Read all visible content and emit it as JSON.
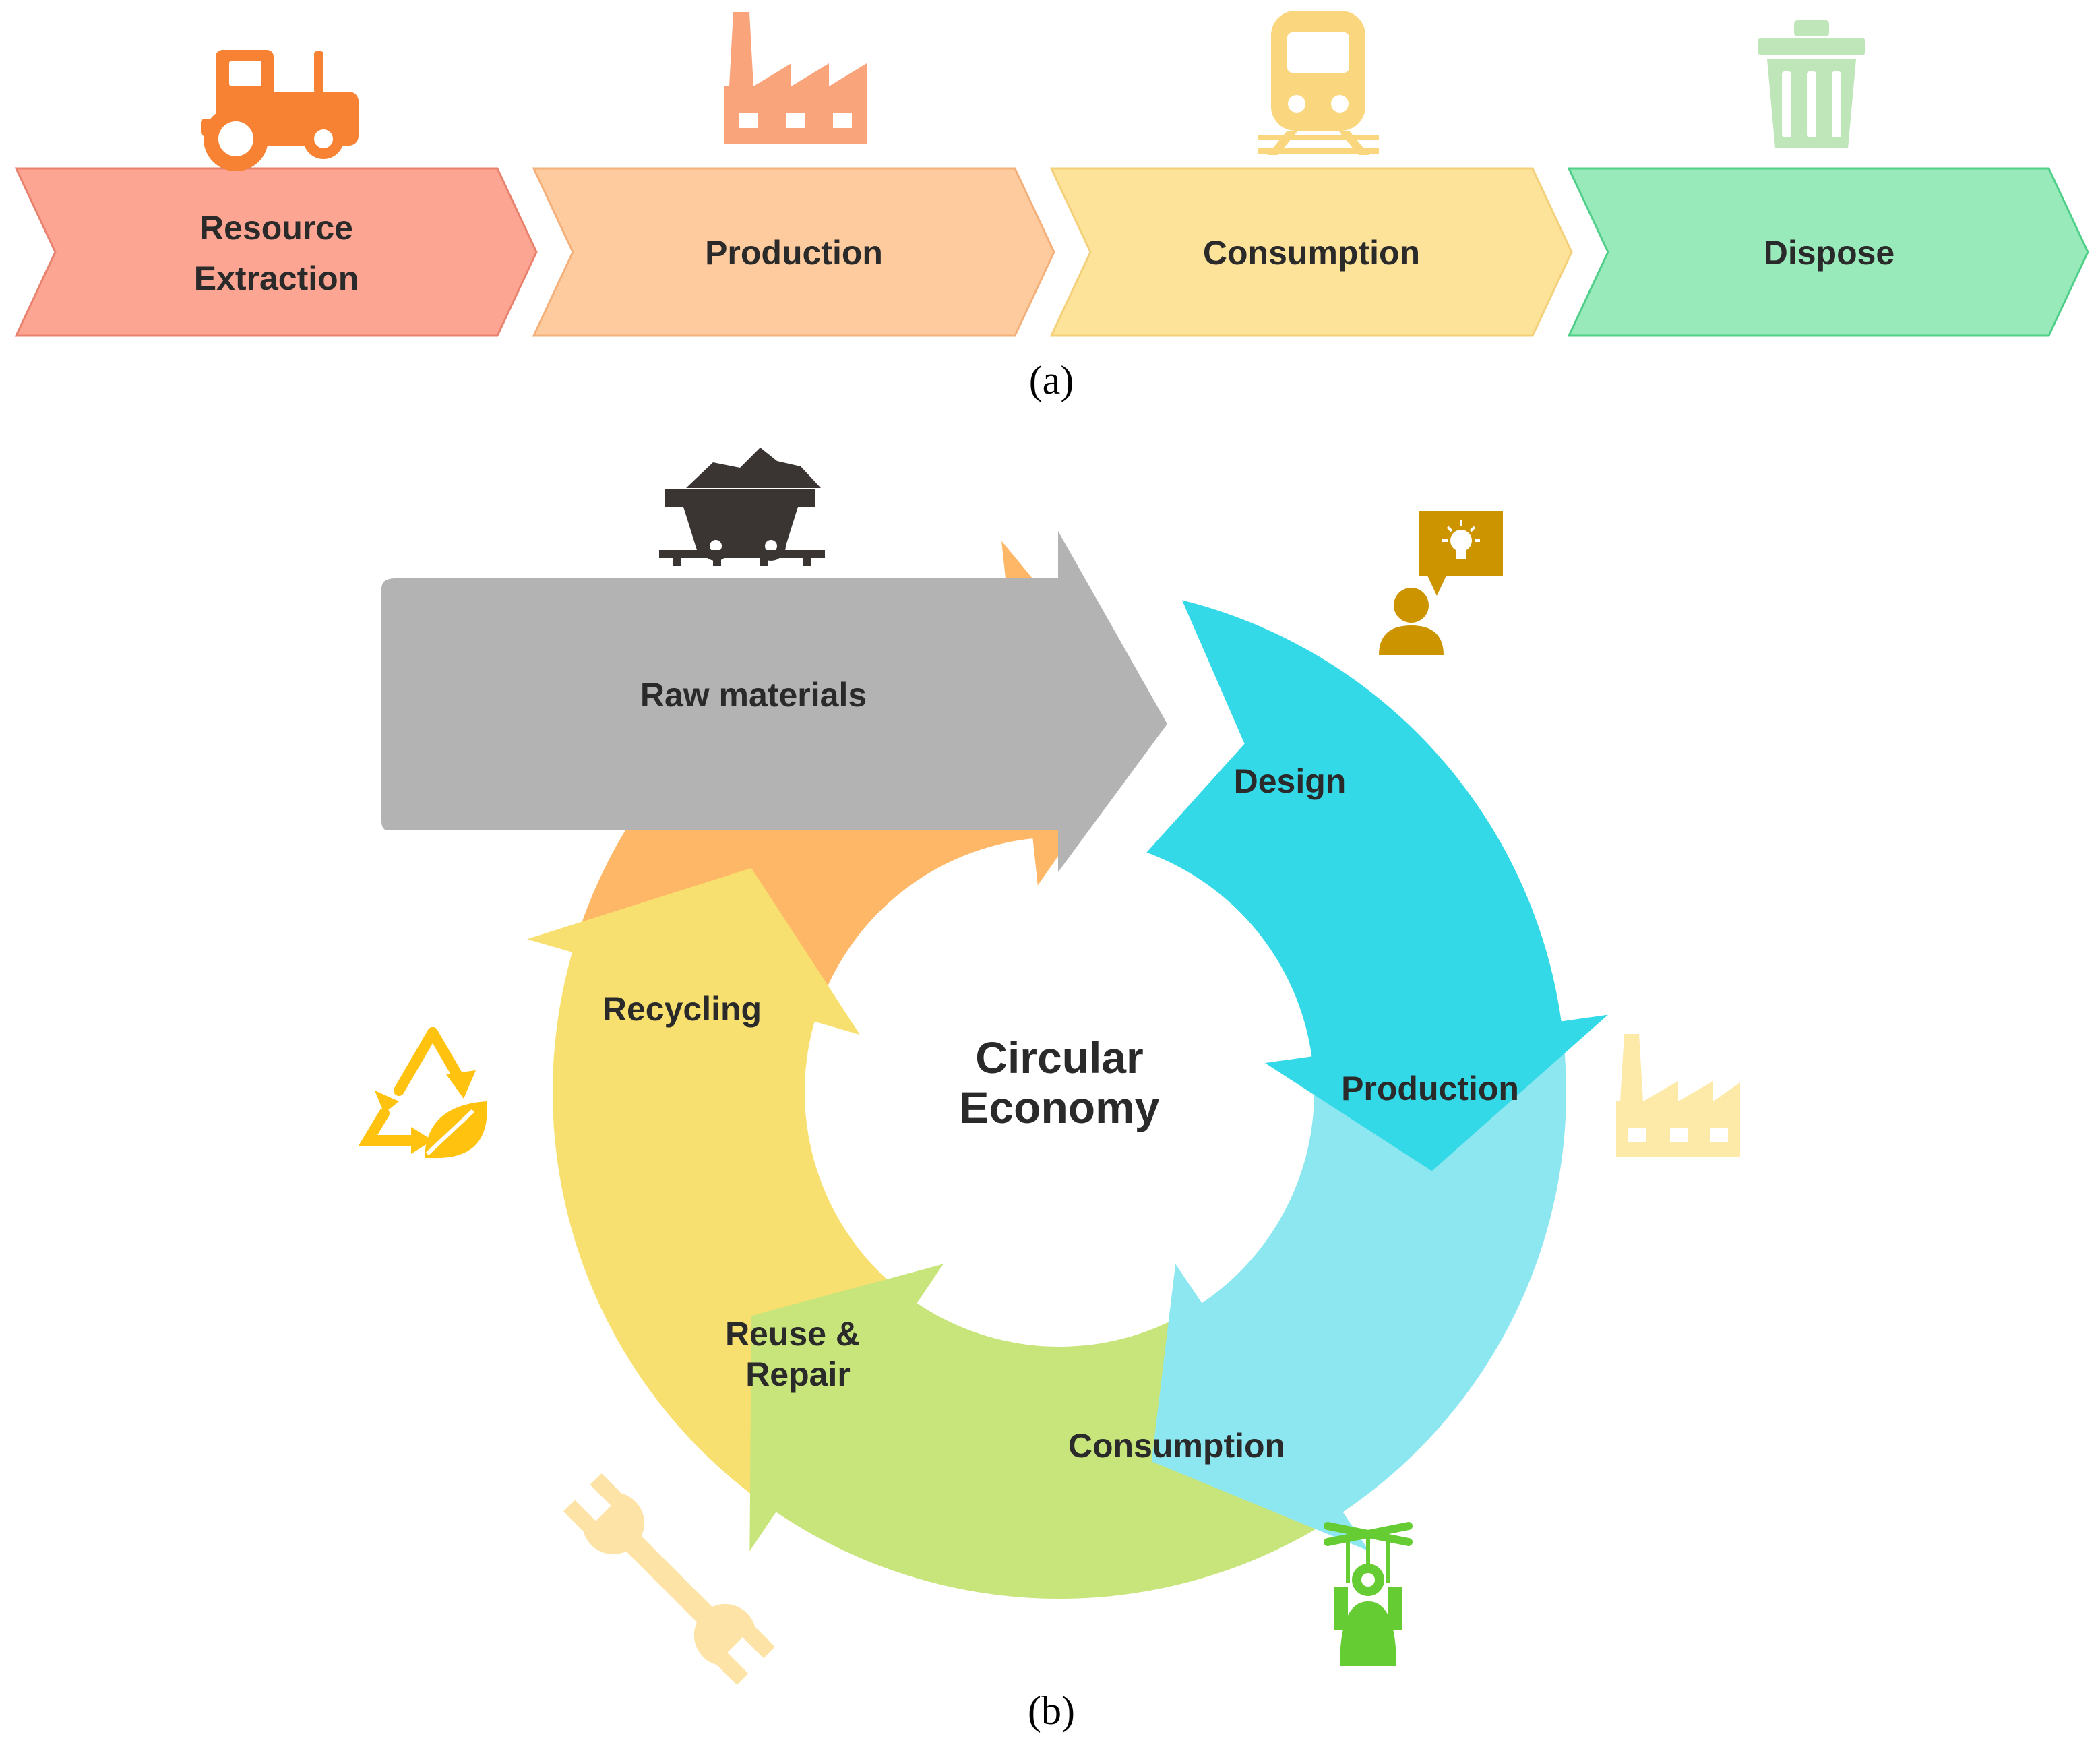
{
  "linear": {
    "caption": "(a)",
    "steps": [
      {
        "line1": "Resource",
        "line2": "Extraction",
        "fill": "#FCA592",
        "icon": "tractor-icon",
        "icon_color": "#F78233"
      },
      {
        "label": "Production",
        "fill": "#FDCB9E",
        "icon": "factory-icon",
        "icon_color": "#F9A47A"
      },
      {
        "label": "Consumption",
        "fill": "#FDE39A",
        "icon": "train-icon",
        "icon_color": "#FAD77E"
      },
      {
        "label": "Dispose",
        "fill": "#98EABA",
        "icon": "trash-bin-icon",
        "icon_color": "#BEE6B8"
      }
    ]
  },
  "circular": {
    "caption": "(b)",
    "center_line1": "Circular",
    "center_line2": "Economy",
    "raw_materials": {
      "label": "Raw materials",
      "fill": "#B3B3B3",
      "icon": "mine-cart-icon",
      "icon_color": "#3A3533"
    },
    "stages": [
      {
        "label": "Design",
        "fill": "#33D9E7",
        "icon": "idea-person-icon",
        "icon_color": "#CC9500"
      },
      {
        "label": "Production",
        "fill": "#8DE7F0",
        "icon": "factory-icon",
        "icon_color": "#FDE9A8"
      },
      {
        "label": "Consumption",
        "fill": "#C8E57C",
        "icon": "puppet-consumer-icon",
        "icon_color": "#66CC33"
      },
      {
        "line1": "Reuse &",
        "line2": "Repair",
        "fill": "#F8E070",
        "icon": "wrench-icon",
        "icon_color": "#FDE4A6"
      },
      {
        "label": "Recycling",
        "fill": "#FDB766",
        "icon": "recycle-leaf-icon",
        "icon_color": "#FFC20E"
      }
    ]
  }
}
